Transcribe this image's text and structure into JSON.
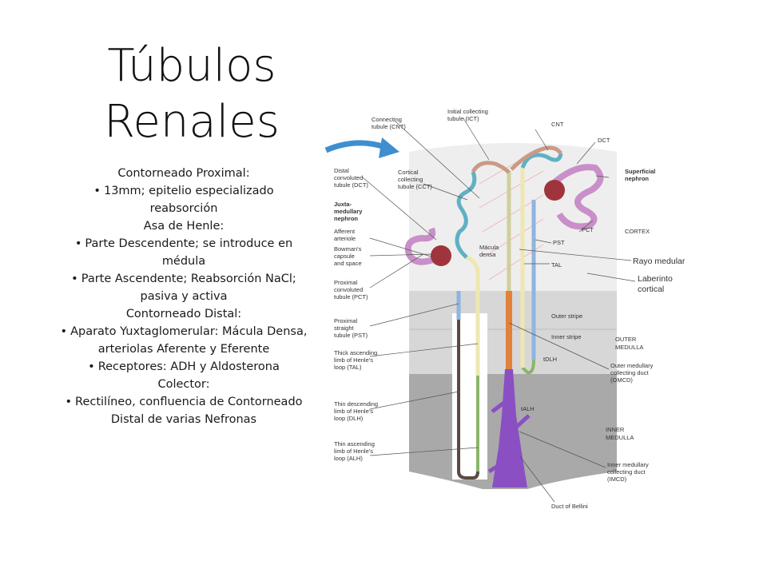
{
  "slide": {
    "title_line1": "Túbulos",
    "title_line2": "Renales",
    "items": [
      {
        "type": "head",
        "text": "Contorneado Proximal:"
      },
      {
        "type": "bullet",
        "lines": [
          "13mm; epitelio especializado",
          "reabsorción"
        ]
      },
      {
        "type": "head",
        "text": "Asa de Henle:"
      },
      {
        "type": "bullet",
        "lines": [
          "Parte Descendente; se introduce en",
          "médula"
        ]
      },
      {
        "type": "bullet",
        "lines": [
          "Parte Ascendente; Reabsorción NaCl;",
          "pasiva y activa"
        ]
      },
      {
        "type": "head",
        "text": "Contorneado Distal:"
      },
      {
        "type": "bullet",
        "lines": [
          "Aparato Yuxtaglomerular: Mácula Densa,",
          "arteriolas Aferente y Eferente"
        ]
      },
      {
        "type": "bullet",
        "lines": [
          "Receptores: ADH y Aldosterona"
        ]
      },
      {
        "type": "head",
        "text": "Colector:"
      },
      {
        "type": "bullet",
        "lines": [
          "Rectilíneo, confluencia de Contorneado",
          "Distal de varias Nefronas"
        ]
      }
    ],
    "bullet_char": "•"
  },
  "diagram": {
    "colors": {
      "cortex": "#eeeeee",
      "outer_medulla": "#d7d7d7",
      "inner_medulla": "#a9a9a9",
      "arrow": "#3f8fd0",
      "pct": "#c98fc9",
      "glomerulus": "#a0343c",
      "dct": "#5fb0c4",
      "thick_asc": "#efe7b0",
      "thin_desc": "#8ab56a",
      "cnt": "#c99a86",
      "collecting": "#e2813a",
      "papillary": "#8b4fc4",
      "pst": "#8fb4e0"
    },
    "labels": {
      "connecting": [
        "Connecting",
        "tubule (CNT)"
      ],
      "initial_collecting": [
        "Initial collecting",
        "tubule (ICT)"
      ],
      "cnt": "CNT",
      "dct": "DCT",
      "superficial": [
        "Superficial",
        "nephron"
      ],
      "distal_conv": [
        "Distal",
        "convoluted",
        "tubule (DCT)"
      ],
      "cortical_collecting": [
        "Cortical",
        "collecting",
        "tubule (CCT)"
      ],
      "juxtamedullary": [
        "Juxta-",
        "medullary",
        "nephron"
      ],
      "afferent": [
        "Afferent",
        "arteriole"
      ],
      "bowmans": [
        "Bowman's",
        "capsule",
        "and space"
      ],
      "macula": [
        "Mácula",
        "densa"
      ],
      "pst_short": "PST",
      "pct_short": "PCT",
      "cortex": "CORTEX",
      "tal_short": "TAL",
      "rayo": "Rayo medular",
      "laberinto": [
        "Laberinto",
        "cortical"
      ],
      "prox_conv": [
        "Proximal",
        "convoluted",
        "tubule (PCT)"
      ],
      "outer_stripe": "Outer stripe",
      "inner_stripe": "Inner stripe",
      "prox_straight": [
        "Proximal",
        "straight",
        "tubule (PST)"
      ],
      "outer_medulla": [
        "OUTER",
        "MEDULLA"
      ],
      "thick_asc": [
        "Thick ascending",
        "limb of Henle's",
        "loop (TAL)"
      ],
      "dlh": "tDLH",
      "omcd": [
        "Outer medullary",
        "collecting duct",
        "(OMCD)"
      ],
      "thin_desc": [
        "Thin descending",
        "limb of Henle's",
        "loop (DLH)"
      ],
      "alh": "tALH",
      "inner_medulla": [
        "INNER",
        "MEDULLA"
      ],
      "thin_asc": [
        "Thin ascending",
        "limb of Henle's",
        "loop (ALH)"
      ],
      "imcd": [
        "Inner medullary",
        "collecting duct",
        "(IMCD)"
      ],
      "bellini": "Duct of Bellini"
    }
  }
}
